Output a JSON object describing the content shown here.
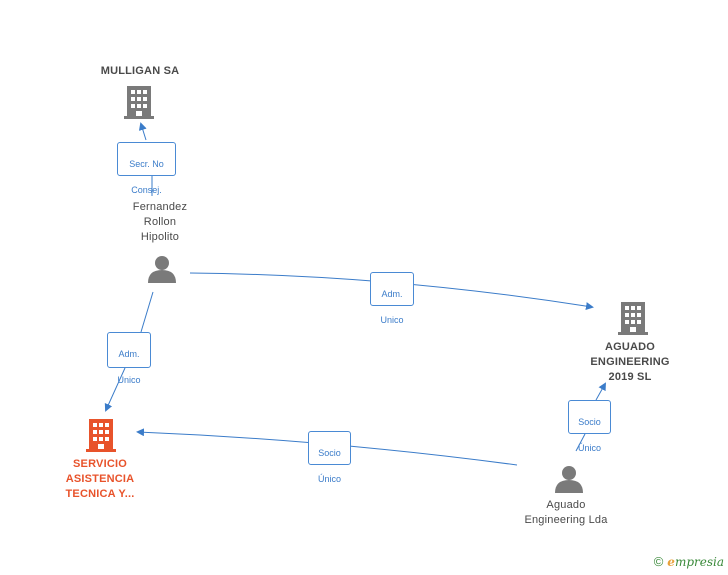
{
  "colors": {
    "edge": "#3b7cc9",
    "icon_gray": "#7a7a7a",
    "icon_red": "#e8532b",
    "text": "#4a4a4a"
  },
  "nodes": {
    "mulligan": {
      "label": "MULLIGAN SA",
      "icon": "building-icon"
    },
    "fernandez": {
      "label_lines": [
        "Fernandez",
        "Rollon",
        "Hipolito"
      ],
      "icon": "person-icon"
    },
    "aguado_sl": {
      "label_lines": [
        "AGUADO",
        "ENGINEERING",
        "2019  SL"
      ],
      "icon": "building-icon"
    },
    "servicio": {
      "label_lines": [
        "SERVICIO",
        "ASISTENCIA",
        "TECNICA Y..."
      ],
      "icon": "building-icon"
    },
    "aguado_lda": {
      "label_lines": [
        "Aguado",
        "Engineering Lda"
      ],
      "icon": "person-icon"
    }
  },
  "edges": {
    "secr": {
      "label_lines": [
        "Secr.  No",
        "Consej."
      ]
    },
    "adm_right": {
      "label_lines": [
        "Adm.",
        "Unico"
      ]
    },
    "adm_left": {
      "label_lines": [
        "Adm.",
        "Unico"
      ]
    },
    "socio_left": {
      "label_lines": [
        "Socio",
        "Único"
      ]
    },
    "socio_up": {
      "label_lines": [
        "Socio",
        "Único"
      ]
    }
  },
  "footer": {
    "copyright": "©",
    "brand_first": "e",
    "brand_rest": "mpresia"
  }
}
